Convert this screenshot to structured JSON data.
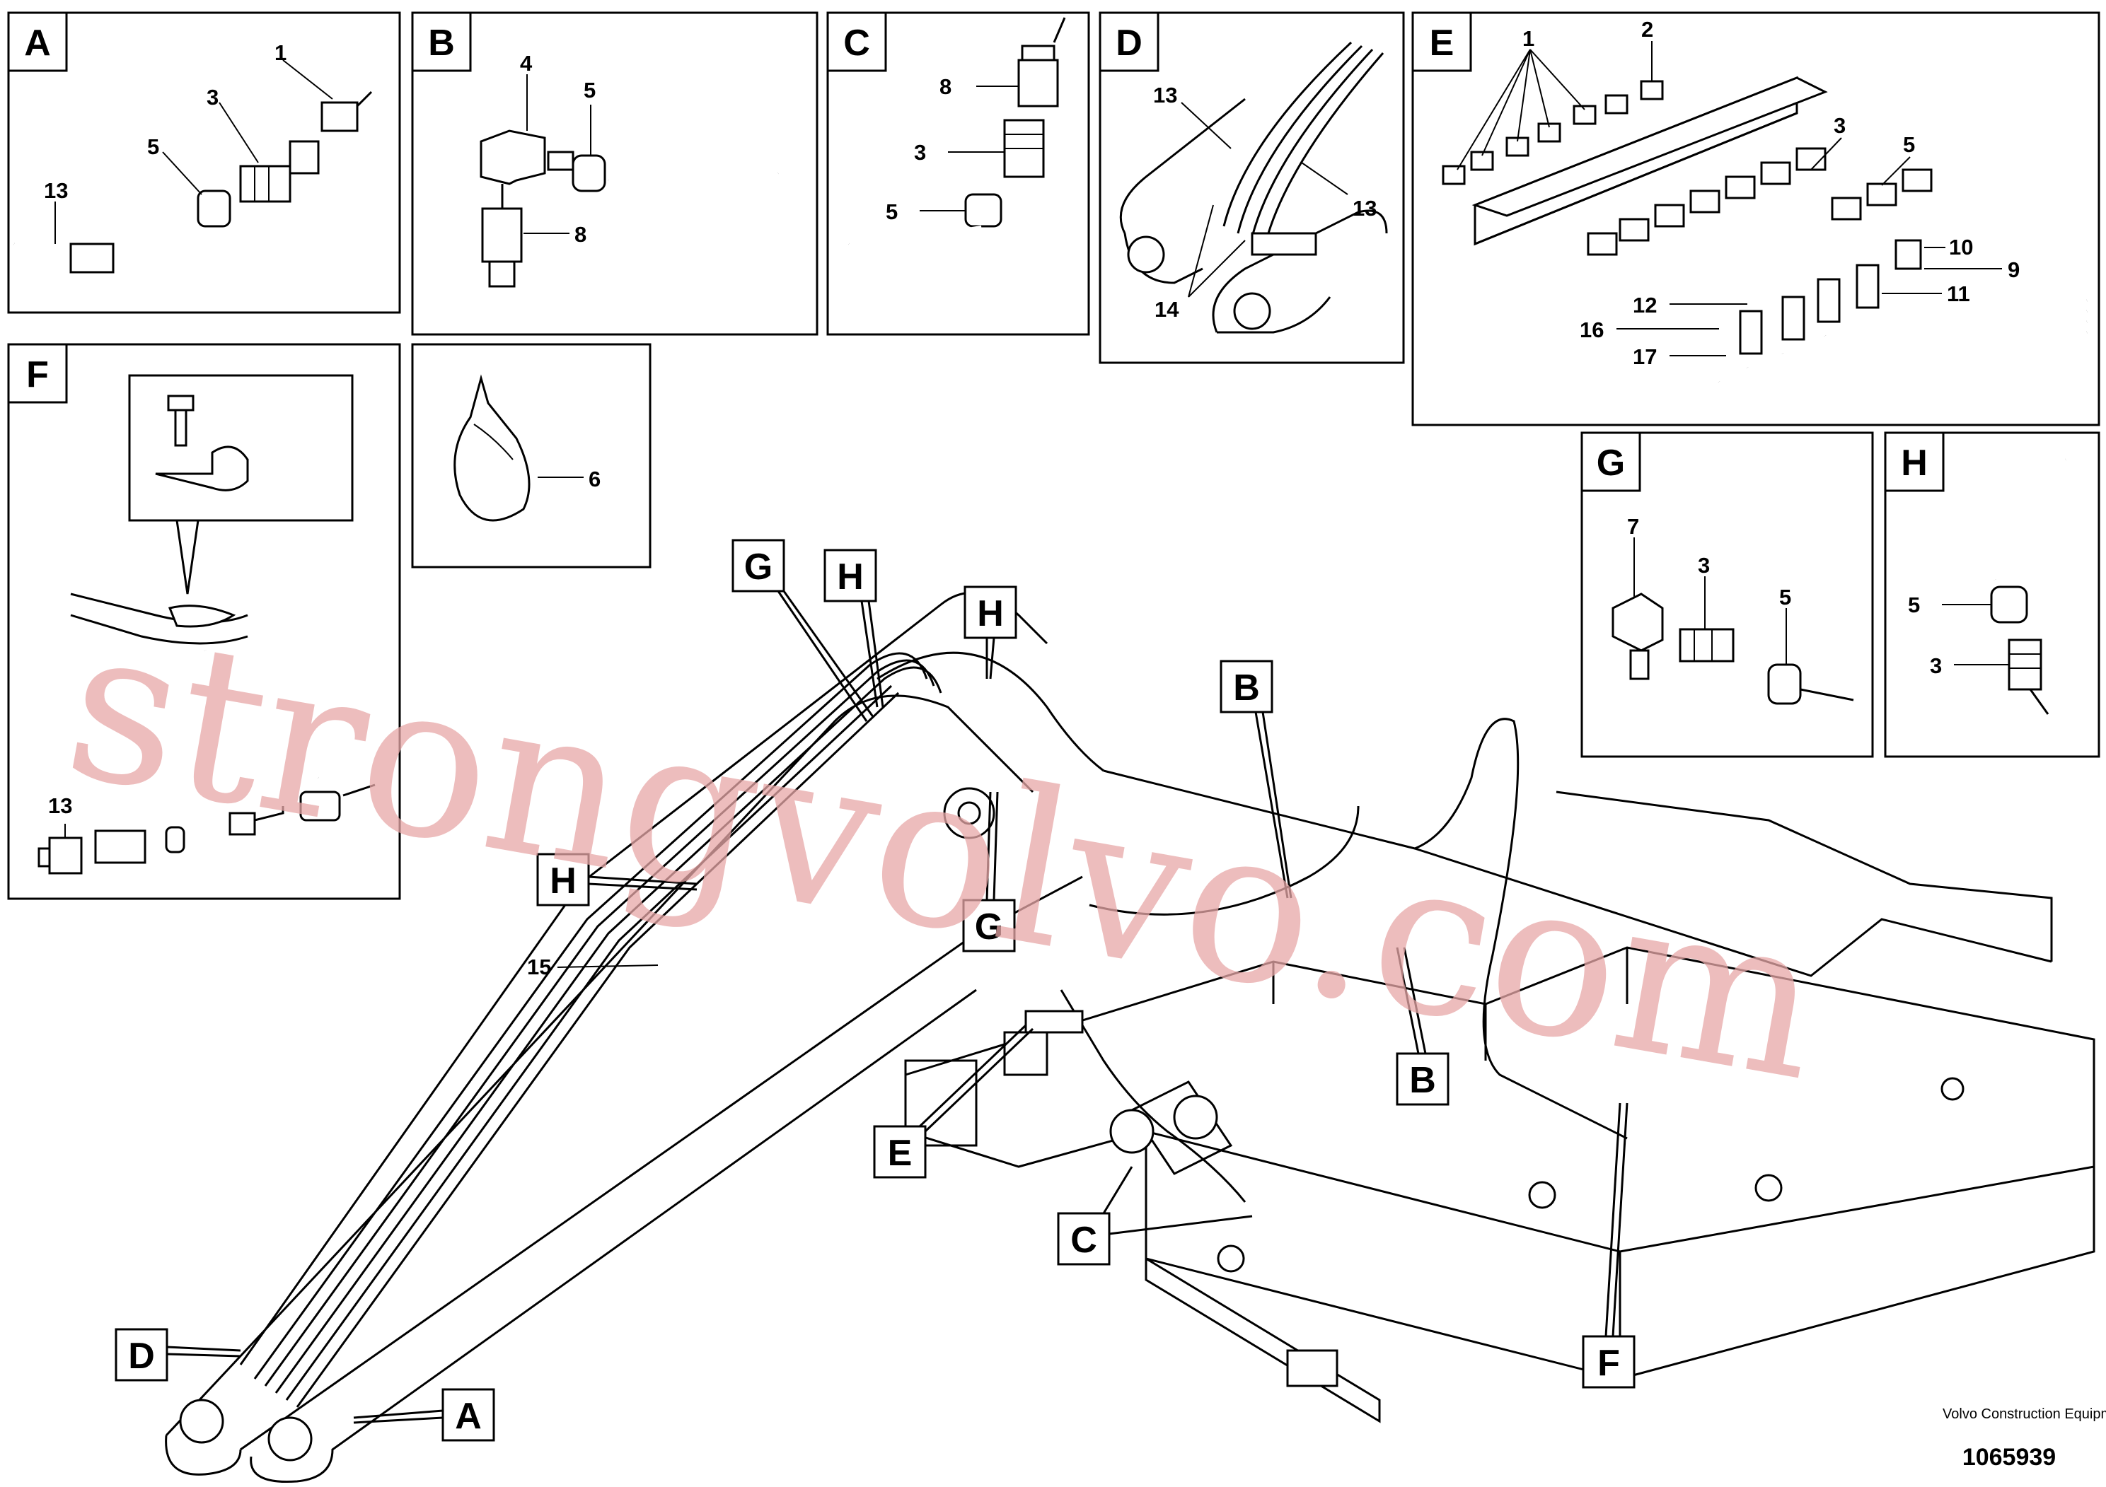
{
  "watermark": "strongvolvo.com",
  "panels": {
    "A": {
      "letter": "A",
      "callouts": [
        "1",
        "3",
        "5",
        "13"
      ]
    },
    "B": {
      "letter": "B",
      "callouts": [
        "4",
        "5",
        "8"
      ]
    },
    "C": {
      "letter": "C",
      "callouts": [
        "8",
        "3",
        "5"
      ]
    },
    "D": {
      "letter": "D",
      "callouts": [
        "13",
        "13",
        "14"
      ]
    },
    "E": {
      "letter": "E",
      "callouts": [
        "1",
        "2",
        "3",
        "5",
        "10",
        "9",
        "11",
        "12",
        "16",
        "17"
      ]
    },
    "F": {
      "letter": "F",
      "callouts": [
        "13"
      ]
    },
    "P6": {
      "callouts": [
        "6"
      ]
    },
    "G": {
      "letter": "G",
      "callouts": [
        "7",
        "3",
        "5"
      ]
    },
    "H": {
      "letter": "H",
      "callouts": [
        "5",
        "3"
      ]
    }
  },
  "main_labels": [
    "G",
    "H",
    "H",
    "B",
    "H",
    "G",
    "B",
    "E",
    "C",
    "D",
    "A",
    "F"
  ],
  "main_callouts": [
    "15"
  ],
  "footer": {
    "company": "Volvo Construction Equipment",
    "doc_number": "1065939"
  }
}
